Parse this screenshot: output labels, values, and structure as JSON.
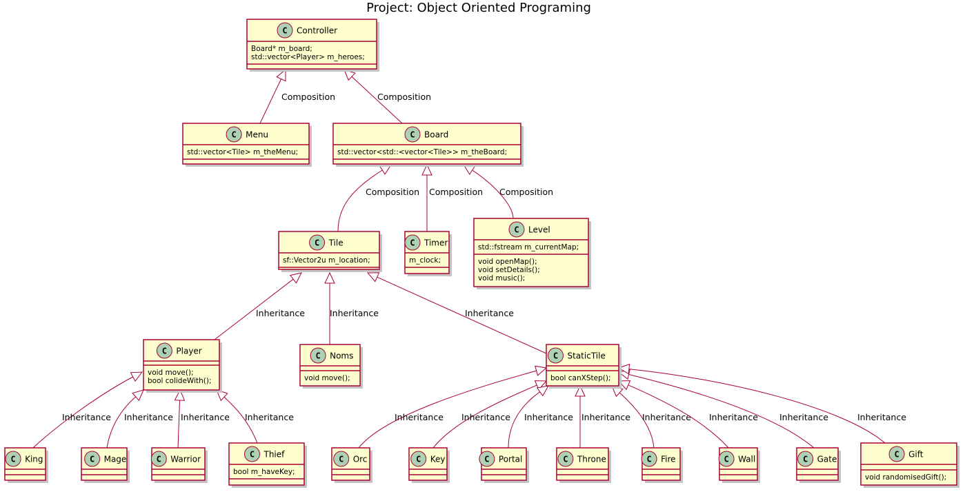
{
  "diagram": {
    "title": "Project: Object Oriented Programing",
    "class_glyph": "C",
    "colors": {
      "class_fill": "#FEFECE",
      "class_border": "#A80036",
      "edge": "#A80036",
      "glyph_circle": "#ADD1B2",
      "shadow": "#c4c4c4"
    }
  },
  "classes": [
    {
      "id": "controller",
      "name": "Controller",
      "fields": [
        "Board* m_board;",
        "std::vector<Player> m_heroes;"
      ],
      "methods": []
    },
    {
      "id": "menu",
      "name": "Menu",
      "fields": [
        "std::vector<Tile> m_theMenu;"
      ],
      "methods": []
    },
    {
      "id": "board",
      "name": "Board",
      "fields": [
        "std::vector<std::<vector<Tile>> m_theBoard;"
      ],
      "methods": []
    },
    {
      "id": "tile",
      "name": "Tile",
      "fields": [
        "sf::Vector2u m_location;"
      ],
      "methods": []
    },
    {
      "id": "timer",
      "name": "Timer",
      "fields": [
        "m_clock;"
      ],
      "methods": []
    },
    {
      "id": "level",
      "name": "Level",
      "fields": [
        "std::fstream m_currentMap;"
      ],
      "methods": [
        "void openMap();",
        "void setDetails();",
        "void music();"
      ]
    },
    {
      "id": "player",
      "name": "Player",
      "fields": [],
      "methods": [
        "void move();",
        "bool colideWith();"
      ]
    },
    {
      "id": "noms",
      "name": "Noms",
      "fields": [],
      "methods": [
        "void move();"
      ]
    },
    {
      "id": "statictile",
      "name": "StaticTile",
      "fields": [],
      "methods": [
        "bool canXStep();"
      ]
    },
    {
      "id": "king",
      "name": "King",
      "fields": [],
      "methods": []
    },
    {
      "id": "mage",
      "name": "Mage",
      "fields": [],
      "methods": []
    },
    {
      "id": "warrior",
      "name": "Warrior",
      "fields": [],
      "methods": []
    },
    {
      "id": "thief",
      "name": "Thief",
      "fields": [
        "bool m_haveKey;"
      ],
      "methods": []
    },
    {
      "id": "orc",
      "name": "Orc",
      "fields": [],
      "methods": []
    },
    {
      "id": "key",
      "name": "Key",
      "fields": [],
      "methods": []
    },
    {
      "id": "portal",
      "name": "Portal",
      "fields": [],
      "methods": []
    },
    {
      "id": "throne",
      "name": "Throne",
      "fields": [],
      "methods": []
    },
    {
      "id": "fire",
      "name": "Fire",
      "fields": [],
      "methods": []
    },
    {
      "id": "wall",
      "name": "Wall",
      "fields": [],
      "methods": []
    },
    {
      "id": "gate",
      "name": "Gate",
      "fields": [],
      "methods": []
    },
    {
      "id": "gift",
      "name": "Gift",
      "fields": [],
      "methods": [
        "void randomisedGift();"
      ]
    }
  ],
  "relations": [
    {
      "parent": "controller",
      "child": "menu",
      "label": "Composition"
    },
    {
      "parent": "controller",
      "child": "board",
      "label": "Composition"
    },
    {
      "parent": "board",
      "child": "tile",
      "label": "Composition"
    },
    {
      "parent": "board",
      "child": "timer",
      "label": "Composition"
    },
    {
      "parent": "board",
      "child": "level",
      "label": "Composition"
    },
    {
      "parent": "tile",
      "child": "player",
      "label": "Inheritance"
    },
    {
      "parent": "tile",
      "child": "noms",
      "label": "Inheritance"
    },
    {
      "parent": "tile",
      "child": "statictile",
      "label": "Inheritance"
    },
    {
      "parent": "player",
      "child": "king",
      "label": "Inheritance"
    },
    {
      "parent": "player",
      "child": "mage",
      "label": "Inheritance"
    },
    {
      "parent": "player",
      "child": "warrior",
      "label": "Inheritance"
    },
    {
      "parent": "player",
      "child": "thief",
      "label": "Inheritance"
    },
    {
      "parent": "statictile",
      "child": "orc",
      "label": "Inheritance"
    },
    {
      "parent": "statictile",
      "child": "key",
      "label": "Inheritance"
    },
    {
      "parent": "statictile",
      "child": "portal",
      "label": "Inheritance"
    },
    {
      "parent": "statictile",
      "child": "throne",
      "label": "Inheritance"
    },
    {
      "parent": "statictile",
      "child": "fire",
      "label": "Inheritance"
    },
    {
      "parent": "statictile",
      "child": "wall",
      "label": "Inheritance"
    },
    {
      "parent": "statictile",
      "child": "gate",
      "label": "Inheritance"
    },
    {
      "parent": "statictile",
      "child": "gift",
      "label": "Inheritance"
    }
  ]
}
